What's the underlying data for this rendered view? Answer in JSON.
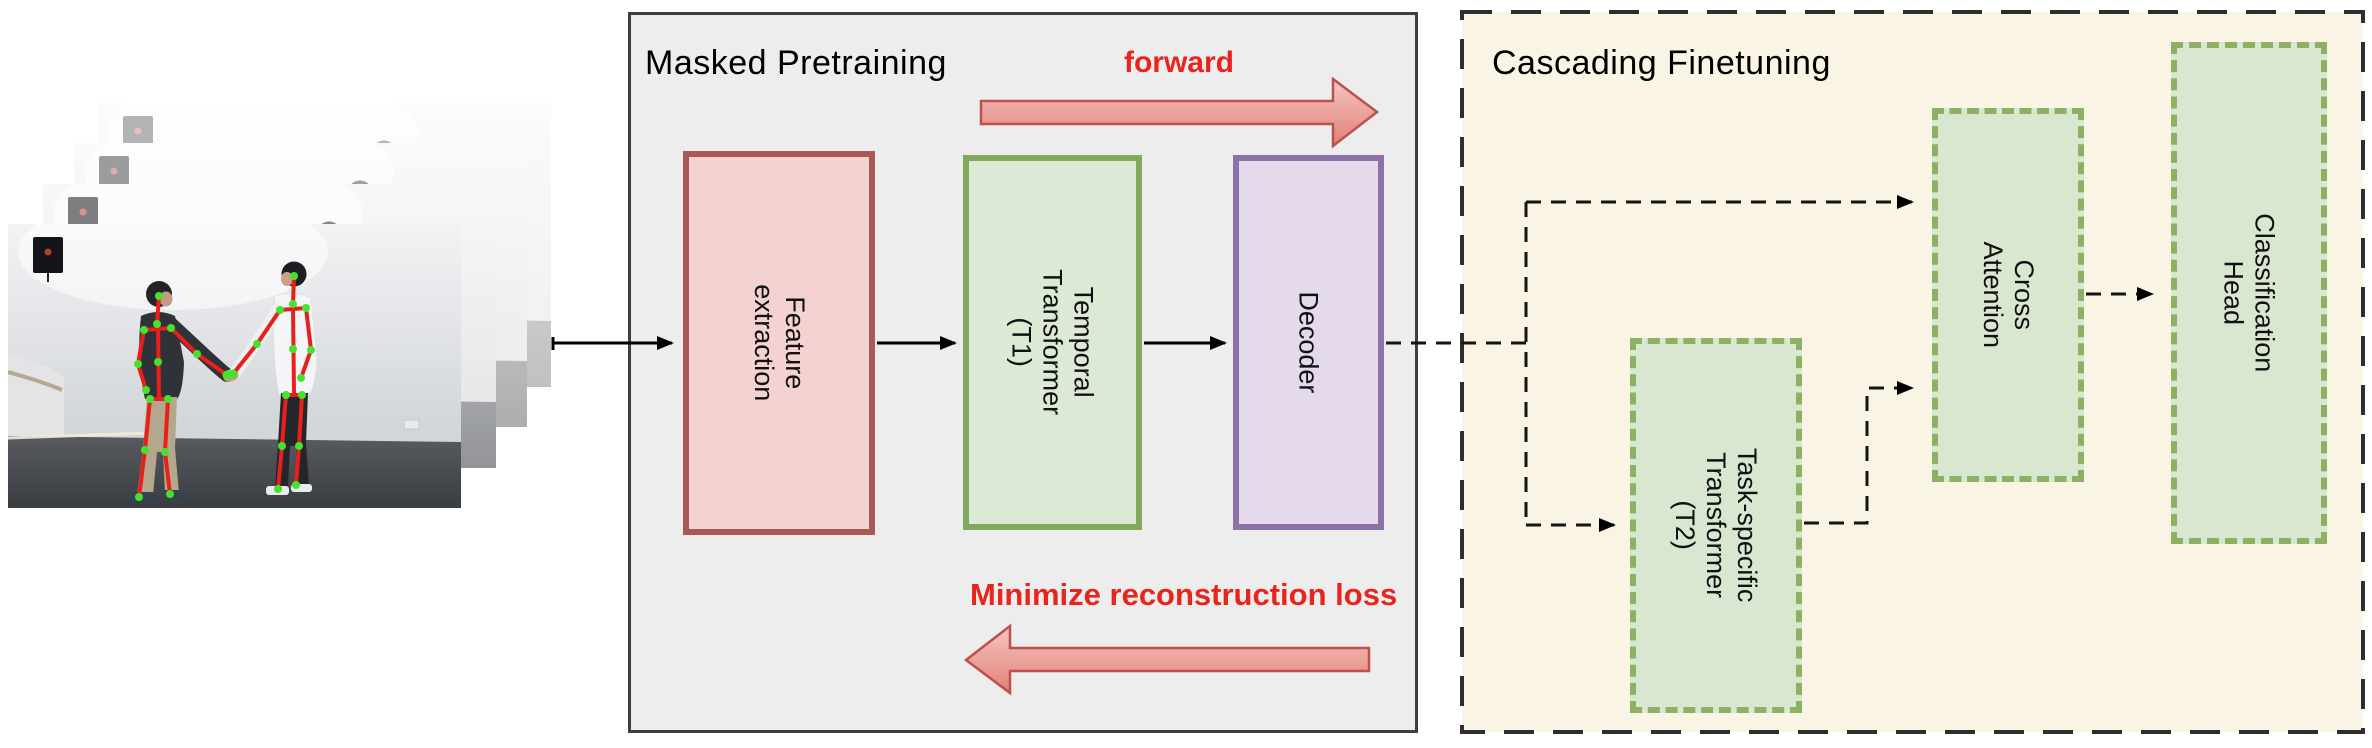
{
  "figure": {
    "pretraining": {
      "title": "Masked Pretraining",
      "forward_label": "forward",
      "loss_label": "Minimize reconstruction loss",
      "boxes": [
        {
          "label": "Feature extraction"
        },
        {
          "label": "Temporal\nTransformer (T1)"
        },
        {
          "label": "Decoder"
        }
      ]
    },
    "finetuning": {
      "title": "Cascading Finetuning",
      "boxes": [
        {
          "label": "Task-specific\nTransformer (T2)"
        },
        {
          "label": "Cross Attention"
        },
        {
          "label": "Classification Head"
        }
      ]
    }
  },
  "colors": {
    "panel_pretrain_bg": "#ededee",
    "panel_pretrain_border": "#3f3f3f",
    "panel_finetune_bg": "#faf4e5",
    "panel_finetune_border": "#2e2e2e",
    "feature_fill": "#f3d2d1",
    "feature_border": "#a85a56",
    "green_fill": "#dce9d5",
    "green_border": "#80a95e",
    "finetune_fill": "#d9e7d1",
    "finetune_border": "#8cb164",
    "decoder_fill": "#e4daec",
    "decoder_border": "#8d71a9",
    "red_label": "#e8251c",
    "flow_arrow_light": "#f6c6c1",
    "flow_arrow_dark": "#e08078",
    "flow_arrow_border": "#bf4f4c",
    "skeleton_line": "#ea1e1a",
    "skeleton_joint": "#46e32e"
  }
}
